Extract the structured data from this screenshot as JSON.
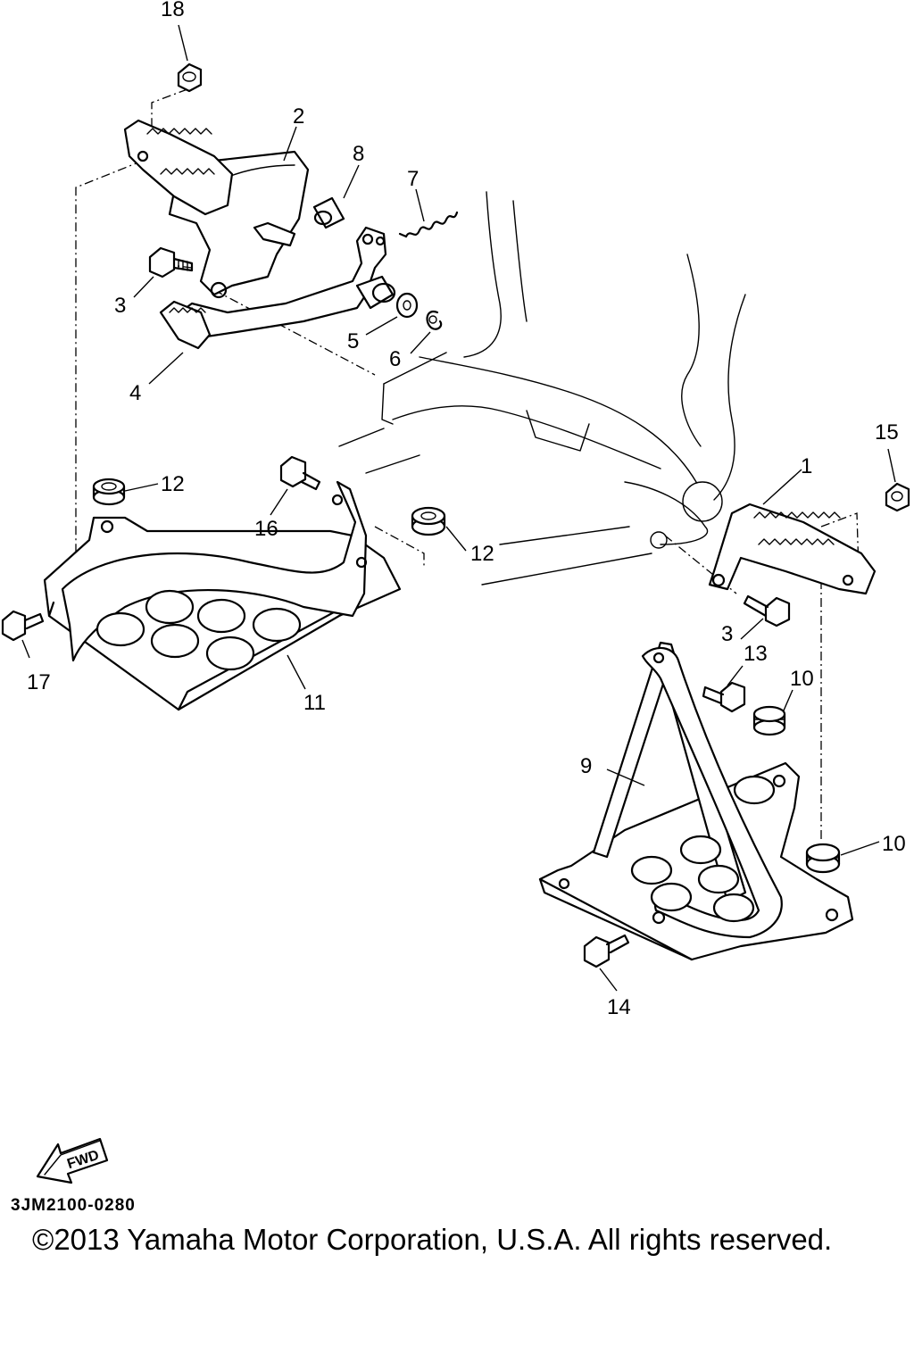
{
  "callouts": [
    "18",
    "2",
    "8",
    "7",
    "3",
    "4",
    "5",
    "6",
    "15",
    "1",
    "12",
    "16",
    "12",
    "17",
    "11",
    "3",
    "13",
    "10",
    "9",
    "10",
    "14"
  ],
  "fwd_label": "FWD",
  "doc_code": "3JM2100-0280",
  "copyright": "©2013 Yamaha Motor Corporation, U.S.A. All rights reserved."
}
